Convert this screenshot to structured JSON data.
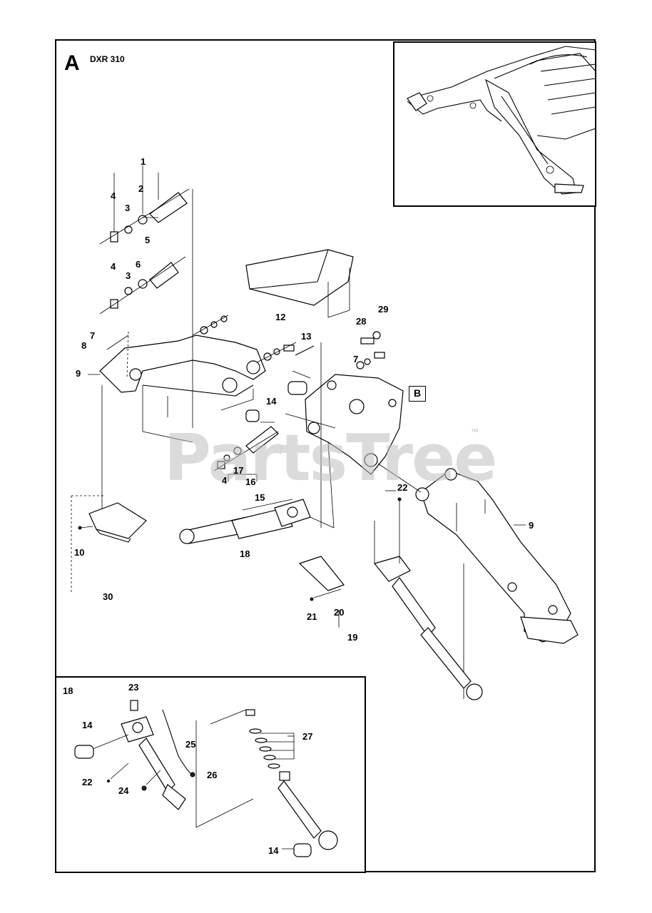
{
  "section_letter": "A",
  "model": "DXR 310",
  "watermark": "PartsTree",
  "watermark_mark": "™",
  "reference_box": "B",
  "callouts_main": {
    "c1": "1",
    "c2": "2",
    "c3a": "3",
    "c4a": "4",
    "c5": "5",
    "c4b": "4",
    "c3b": "3",
    "c6": "6",
    "c7a": "7",
    "c8": "8",
    "c9a": "9",
    "c12": "12",
    "c13": "13",
    "c28": "28",
    "c29": "29",
    "c7b": "7",
    "c14": "14",
    "c17": "17",
    "c4c": "4",
    "c16": "16",
    "c15": "15",
    "c18": "18",
    "c10": "10",
    "c30": "30",
    "c22": "22",
    "c9b": "9",
    "c21": "21",
    "c20": "20",
    "c19": "19"
  },
  "callouts_detail": {
    "d18": "18",
    "d23": "23",
    "d14a": "14",
    "d25": "25",
    "d27": "27",
    "d26": "26",
    "d22": "22",
    "d24": "24",
    "d14b": "14"
  }
}
